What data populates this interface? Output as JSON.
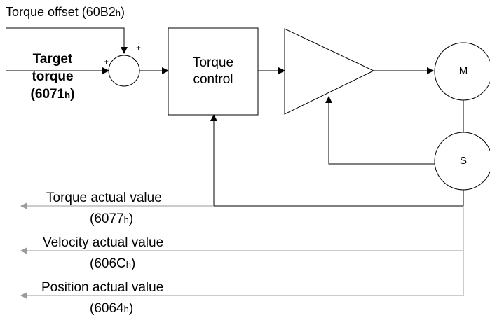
{
  "inputs": {
    "torque_offset": {
      "text": "Torque offset (60B2",
      "sub": "h",
      "close": ")"
    },
    "target_torque": {
      "line1": "Target",
      "line2": "torque",
      "line3": "(6071",
      "sub": "h",
      "close": ")"
    }
  },
  "summing_junction": {
    "plus_top": "+",
    "plus_left": "+"
  },
  "blocks": {
    "torque_control": {
      "line1": "Torque",
      "line2": "control"
    },
    "motor": {
      "label": "M"
    },
    "sensor": {
      "label": "S"
    }
  },
  "outputs": {
    "torque_actual": {
      "line1": "Torque actual value",
      "line2": "(6077",
      "sub": "h",
      "close": ")"
    },
    "velocity_actual": {
      "line1": "Velocity actual value",
      "line2": "(606C",
      "sub": "h",
      "close": ")"
    },
    "position_actual": {
      "line1": "Position actual value",
      "line2": "(6064",
      "sub": "h",
      "close": ")"
    }
  },
  "colors": {
    "line": "#000000",
    "output_line": "#9a9a9a"
  }
}
